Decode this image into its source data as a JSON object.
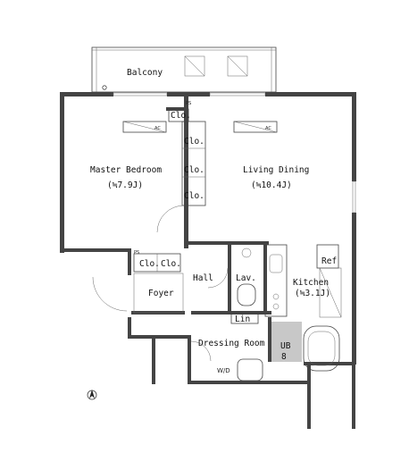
{
  "rooms": {
    "balcony": "Balcony",
    "master_bedroom": "Master Bedroom",
    "master_bedroom_size": "(≒7.9J)",
    "living_dining": "Living Dining",
    "living_dining_size": "(≒10.4J)",
    "kitchen": "Kitchen",
    "kitchen_size": "(≒3.1J)",
    "foyer": "Foyer",
    "hall": "Hall",
    "lav": "Lav.",
    "dressing_room": "Dressing Room",
    "lin": "Lin",
    "ub": "UB",
    "ref": "Ref",
    "wd": "W/D",
    "clo": "Clo."
  },
  "small_marks": {
    "ac": "AC",
    "ps": "PS",
    "ub_number": "8"
  },
  "colors": {
    "wall": "#444444",
    "tile": "#c8c8c8",
    "line": "#666666"
  }
}
